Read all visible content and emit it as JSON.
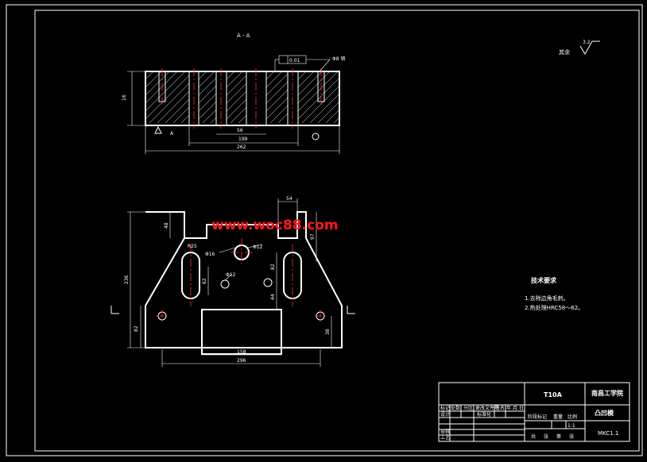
{
  "section_view": {
    "label": "A - A",
    "dim_height": "16",
    "dim_overall": "262",
    "dim_inner": "199",
    "dim_slot": "56",
    "flatness": "0.01",
    "datum": "A",
    "note": "Φ8 销"
  },
  "roughness": {
    "value": "3.2",
    "label": "其余"
  },
  "plan_view": {
    "dim_height_total": "236",
    "dim_left_top": "48",
    "dim_lower_left": "82",
    "dim_top_right": "54",
    "dim_right_side": "97",
    "dim_slot_w": "62",
    "dim_mid": "44",
    "dim_center": "82",
    "dim_lower_right": "38",
    "dim_bottom_inner": "158",
    "dim_bottom_overall": "296",
    "hole_label_1": "Φ16",
    "hole_label_2": "Φ12",
    "hole_label_3": "Φ12",
    "hole_label_4": "R25"
  },
  "watermark": "www.woc88.com",
  "tech_req": {
    "title": "技术要求",
    "items": [
      "1.去除边角毛刺。",
      "2.热处理HRC58～62。"
    ]
  },
  "title_block": {
    "material": "T10A",
    "school": "南昌工学院",
    "part_name": "凸凹模",
    "drawing_no": "MKC1.1",
    "scale": "1:1",
    "header_cells": [
      "标记",
      "处数",
      "分区",
      "更改文件号",
      "签名",
      "年.月.日"
    ],
    "row_labels": [
      "设计",
      "审核",
      "工艺"
    ],
    "std_label": "标准化",
    "stage_label": "阶段标记",
    "weight_label": "重量",
    "scale_label": "比例",
    "sheet_labels": [
      "共",
      "张",
      "第",
      "张"
    ]
  }
}
